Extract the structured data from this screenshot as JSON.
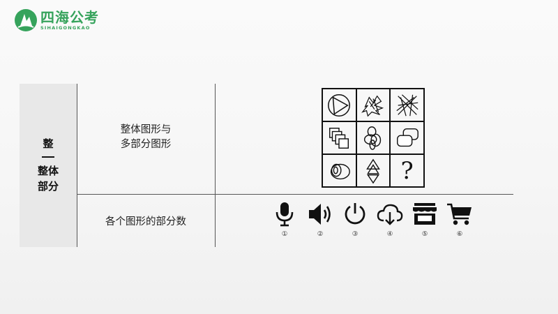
{
  "brand": {
    "name_cn": "四海公考",
    "name_en": "SIHAIGONGKAO"
  },
  "side": {
    "top": "整",
    "middle": "整体",
    "bottom": "部分"
  },
  "rows": [
    {
      "label_line1": "整体图形与",
      "label_line2": "多部分图形"
    },
    {
      "label": "各个图形的部分数"
    }
  ],
  "puzzle": {
    "question": "?"
  },
  "icons": [
    {
      "icon": "microphone-icon",
      "num": "①"
    },
    {
      "icon": "speaker-icon",
      "num": "②"
    },
    {
      "icon": "power-icon",
      "num": "③"
    },
    {
      "icon": "cloud-download-icon",
      "num": "④"
    },
    {
      "icon": "store-icon",
      "num": "⑤"
    },
    {
      "icon": "cart-icon",
      "num": "⑥"
    }
  ],
  "colors": {
    "brand": "#36a35c",
    "side_bg": "#e8e8e8"
  }
}
